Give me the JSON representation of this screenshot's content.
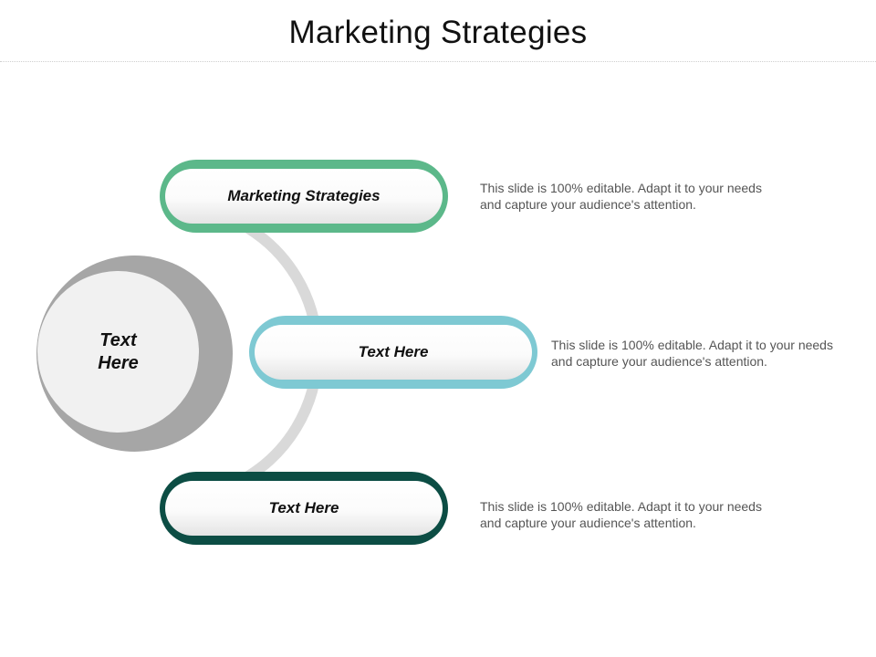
{
  "slide": {
    "title": "Marketing Strategies"
  },
  "hub": {
    "label": "Text Here"
  },
  "items": [
    {
      "label": "Marketing Strategies",
      "description": "This slide is 100% editable. Adapt it to your needs and capture your audience's attention.",
      "color": "#5cb88a"
    },
    {
      "label": "Text Here",
      "description": "This slide is 100% editable. Adapt it to your needs and capture your audience's attention.",
      "color": "#7ec9d3"
    },
    {
      "label": "Text Here",
      "description": "This slide is 100% editable. Adapt it to your needs and capture your audience's attention.",
      "color": "#0c4d44"
    }
  ],
  "colors": {
    "hub_ring": "#a6a6a6",
    "hub_face": "#f1f1f1",
    "connector": "#d9d9d9"
  }
}
